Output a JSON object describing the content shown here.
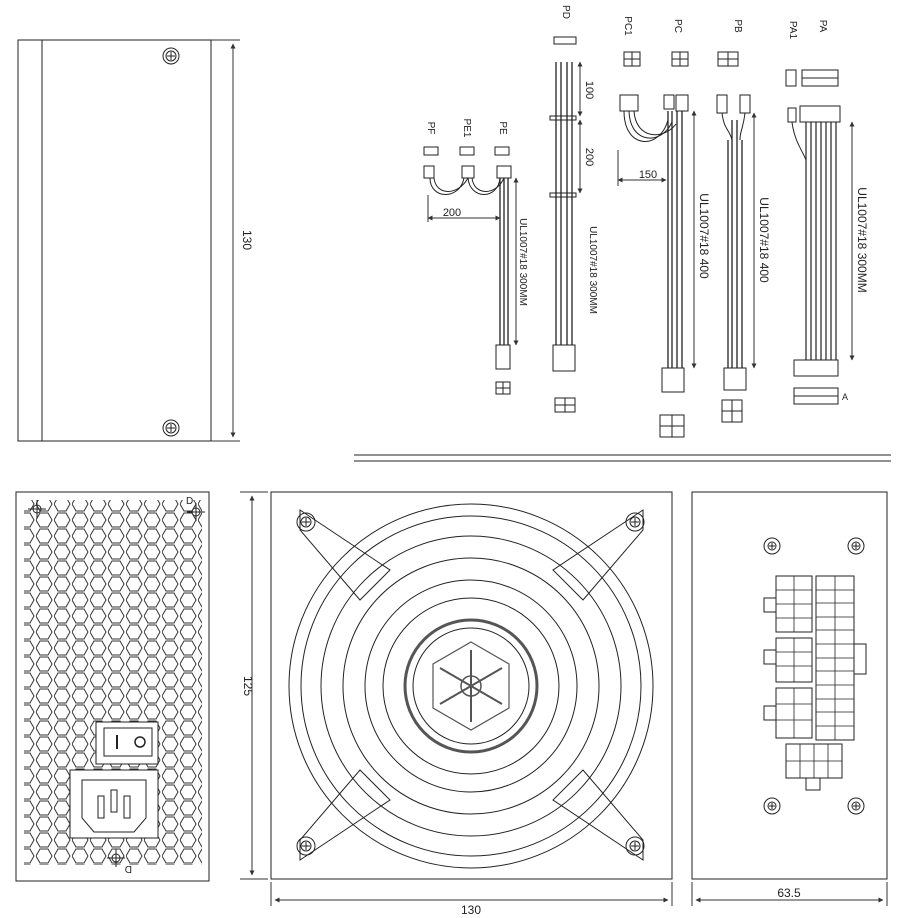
{
  "side_view": {
    "height_dim": "130"
  },
  "cables": [
    {
      "id": "PF",
      "label": "PF"
    },
    {
      "id": "PE1",
      "label": "PE1"
    },
    {
      "id": "PE",
      "label": "PE"
    },
    {
      "id": "PD",
      "label": "PD"
    },
    {
      "id": "PC1",
      "label": "PC1"
    },
    {
      "id": "PC",
      "label": "PC"
    },
    {
      "id": "PB",
      "label": "PB"
    },
    {
      "id": "PA1",
      "label": "PA1"
    },
    {
      "id": "PA",
      "label": "PA"
    }
  ],
  "cable_dims": {
    "pe_split": "200",
    "pd_seg1": "100",
    "pd_seg2": "200",
    "pc_split": "150"
  },
  "cable_specs": {
    "pe_wire": "UL1007#18 300MM",
    "pd_wire": "UL1007#18 300MM",
    "pc_wire": "UL1007#18  400",
    "pb_wire": "UL1007#18  400",
    "pa_wire": "UL1007#18  300MM"
  },
  "pa_marker": "A",
  "back_view": {
    "marker_top": "D",
    "marker_bottom": "D"
  },
  "fan_view": {
    "height_dim": "125",
    "width_dim": "130"
  },
  "modular_view": {
    "width_dim": "63.5"
  },
  "colors": {
    "line": "#222222",
    "dim": "#333333",
    "logo_ring": "#555555"
  }
}
